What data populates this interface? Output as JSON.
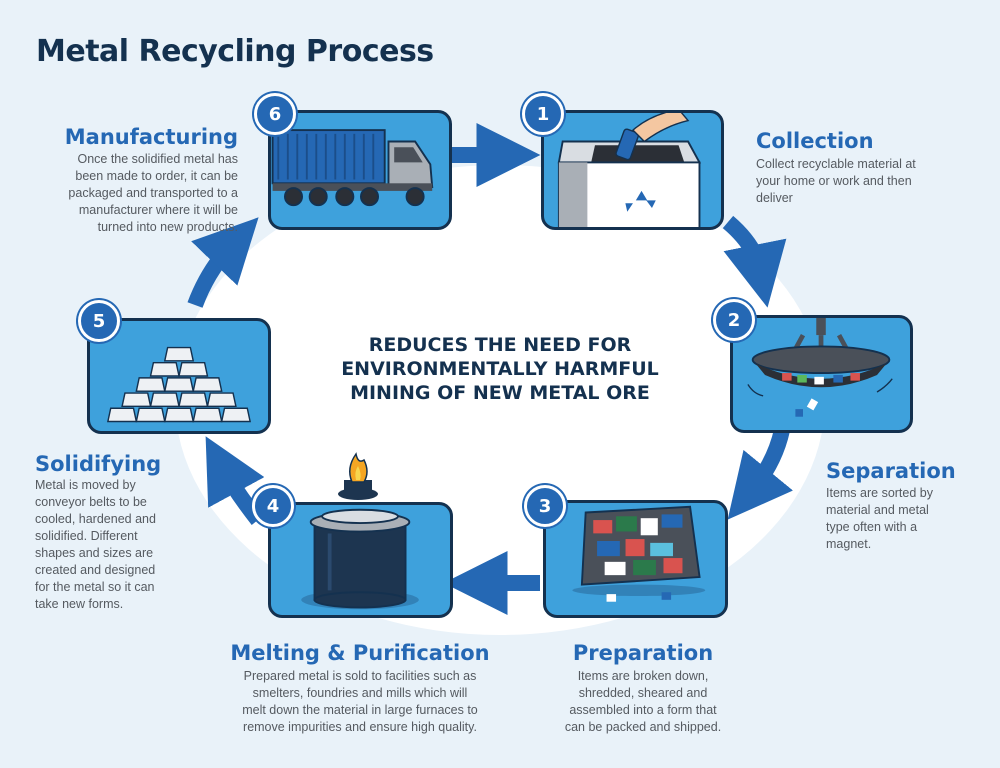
{
  "title": "Metal Recycling Process",
  "center_message": [
    "REDUCES THE NEED FOR",
    "ENVIRONMENTALLY HARMFUL",
    "MINING OF NEW METAL ORE"
  ],
  "colors": {
    "navy": "#14314f",
    "accent_blue": "#2568b4",
    "card_blue": "#3ea1dc",
    "background": "#e9f2f9",
    "text_gray": "#555a60"
  },
  "steps": [
    {
      "number": "1",
      "title": "Collection",
      "icon": "recycle-bin-icon",
      "description": [
        "Collect recyclable material at",
        "your home or work and then",
        "deliver"
      ]
    },
    {
      "number": "2",
      "title": "Separation",
      "icon": "magnet-icon",
      "description": [
        "Items are sorted by",
        "material and metal",
        "type often with a",
        "magnet."
      ]
    },
    {
      "number": "3",
      "title": "Preparation",
      "icon": "crushed-cube-icon",
      "description": [
        "Items are broken down,",
        "shredded, sheared and",
        "assembled into a form that",
        "can be packed and shipped."
      ]
    },
    {
      "number": "4",
      "title": "Melting & Purification",
      "icon": "furnace-icon",
      "description": [
        "Prepared metal is sold to facilities such as",
        "smelters, foundries and mills which will",
        "melt down the material in large furnaces to",
        "remove impurities and ensure high quality."
      ]
    },
    {
      "number": "5",
      "title": "Solidifying",
      "icon": "metal-ingots-icon",
      "description": [
        "Metal is moved by",
        "conveyor belts to be",
        "cooled, hardened and",
        "solidified. Different",
        "shapes and sizes are",
        "created and designed",
        "for the metal so it can",
        "take new forms."
      ]
    },
    {
      "number": "6",
      "title": "Manufacturing",
      "icon": "truck-icon",
      "description": [
        "Once the solidified metal has",
        "been made to order, it can be",
        "packaged and transported to a",
        "manufacturer where it will be",
        "turned into new  products."
      ]
    }
  ]
}
